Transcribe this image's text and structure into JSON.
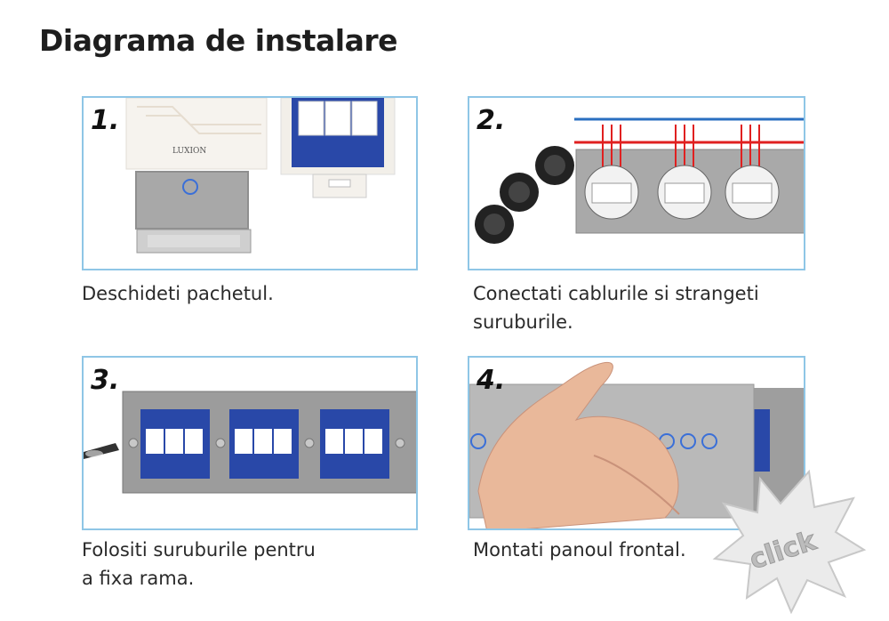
{
  "title": "Diagrama de instalare",
  "steps": [
    {
      "number": "1.",
      "caption_line1": "Deschideti pachetul.",
      "caption_line2": ""
    },
    {
      "number": "2.",
      "caption_line1": "Conectati cablurile si strangeti",
      "caption_line2": "suruburile."
    },
    {
      "number": "3.",
      "caption_line1": "Folositi suruburile pentru",
      "caption_line2": "a fixa rama."
    },
    {
      "number": "4.",
      "caption_line1": "Montati panoul frontal.",
      "caption_line2": ""
    }
  ],
  "box_brand": "LUXION",
  "click_text": "click",
  "colors": {
    "border": "#8fc6e6",
    "module_blue": "#2948a8",
    "frame_gray": "#9a9a9a",
    "wire_red": "#e02020",
    "wire_blue": "#2a6fc0",
    "touch_ring": "#3a6fd8"
  }
}
